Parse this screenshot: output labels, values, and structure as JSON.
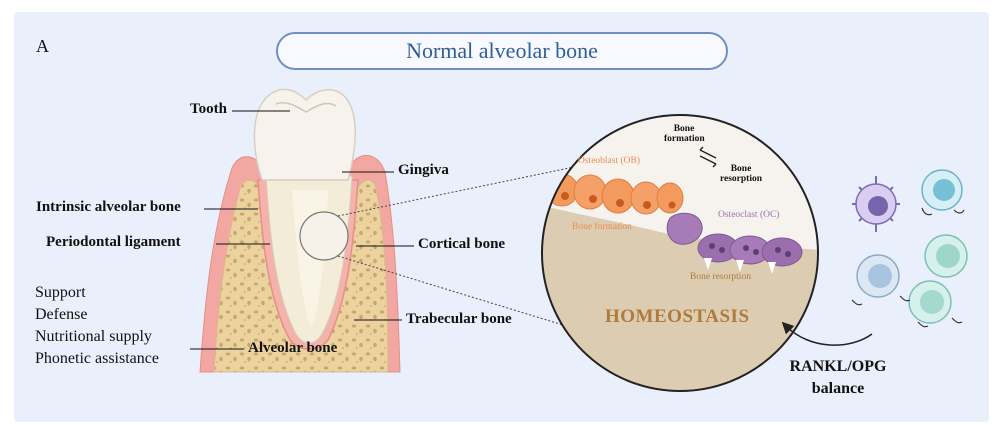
{
  "panel_letter": "A",
  "title": "Normal alveolar bone",
  "labels": {
    "tooth": "Tooth",
    "gingiva": "Gingiva",
    "intrinsic_alveolar_bone": "Intrinsic alveolar bone",
    "periodontal_ligament": "Periodontal ligament",
    "cortical_bone": "Cortical bone",
    "trabecular_bone": "Trabecular bone",
    "alveolar_bone": "Alveolar bone"
  },
  "functions": [
    "Support",
    "Defense",
    "Nutritional supply",
    "Phonetic assistance"
  ],
  "inset": {
    "bone_formation_top": "Bone",
    "bone_formation_bottom": "formation",
    "bone_resorption_top": "Bone",
    "bone_resorption_bottom": "resorption",
    "osteoblast": "Osteoblast (OB)",
    "osteoclast": "Osteoclast (OC)",
    "bone_formation_label": "Bone formation",
    "bone_resorption_label": "Bone resorption",
    "homeostasis": "HOMEOSTASIS"
  },
  "balance": {
    "line1": "RANKL/OPG",
    "line2": "balance"
  },
  "colors": {
    "background": "#eaf0fb",
    "gingiva": "#f2a7a2",
    "bone": "#e9cf9a",
    "tooth": "#f4efe6",
    "osteoblast": "#f39a5e",
    "osteoclast": "#9b6fae",
    "title_text": "#2f5d9a",
    "homeostasis_text": "#b07a3a"
  }
}
